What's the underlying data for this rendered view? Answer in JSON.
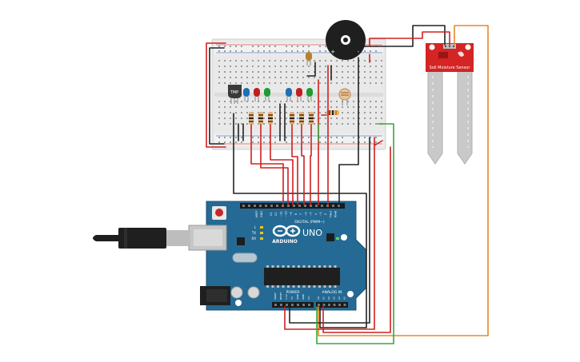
{
  "board": {
    "logo_text": "ARDUINO",
    "model": "UNO",
    "digital_header": "DIGITAL (PWM~)",
    "power_header": "POWER",
    "analog_header": "ANALOG IN",
    "aref": "AREF",
    "gnd": "GND",
    "tx": "TX",
    "rx": "RX",
    "on": "ON",
    "l_led": "L",
    "digital_pins": [
      "13",
      "12",
      "~11",
      "~10",
      "~9",
      "8",
      "7",
      "~6",
      "~5",
      "4",
      "~3",
      "2",
      "TX▸1",
      "RX◂0"
    ],
    "power_pins": [
      "IOREF",
      "RESET",
      "3.3V",
      "5V",
      "GND",
      "GND",
      "Vin"
    ],
    "analog_pins": [
      "A0",
      "A1",
      "A2",
      "A3",
      "A4",
      "A5"
    ]
  },
  "components": {
    "tmp_label": "TMP",
    "sensor_label": "Soil Moisture Sensor",
    "buzzer_plus": "+",
    "buzzer_minus": "-"
  },
  "colors": {
    "board": "#246a94",
    "board_dark": "#1b5578",
    "sensor": "#d42424",
    "wire_red": "#d02020",
    "wire_black": "#222222",
    "wire_green": "#3aa63a",
    "wire_orange": "#e8892a",
    "breadboard": "#ececec"
  },
  "icons": [
    "usb-cable-icon",
    "reset-button-icon",
    "arduino-logo-icon",
    "buzzer-icon",
    "photoresistor-icon"
  ]
}
